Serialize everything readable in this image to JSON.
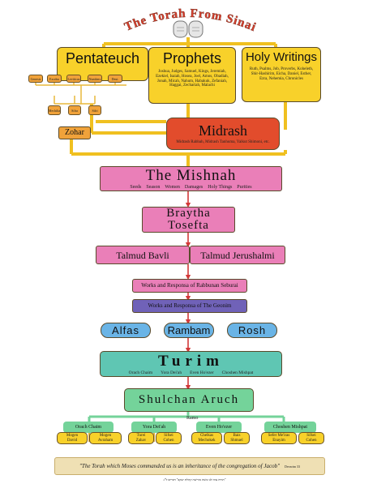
{
  "title": "The Torah From Sinai",
  "colors": {
    "yellow": "#f8d12a",
    "orange": "#f0a23a",
    "red": "#e24c2c",
    "pink": "#ea7fb8",
    "purple": "#7062b8",
    "blue": "#6ab4e6",
    "green": "#74d39a",
    "teal": "#5fc6b3",
    "wire": "#f0c020",
    "arrow": "#d23838"
  },
  "pentateuch": {
    "title": "Pentateuch",
    "books": [
      "Genesis",
      "Exodus",
      "Leviticus",
      "Numbers",
      "Deut."
    ],
    "subs": [
      "Mechilta",
      "Sifra",
      "Sifri"
    ]
  },
  "prophets": {
    "title": "Prophets",
    "text": "Joshua, Judges, Samuel, Kings, Jeremiah, Ezekiel, Isaiah, Hosea, Joel, Amos, Obadiah, Jonah, Micah, Nahum, Habakuk, Zefaniah, Haggai, Zechariah, Malachi"
  },
  "holy_writings": {
    "title": "Holy Writings",
    "text": "Ruth, Psalms, Job, Proverbs, Koheleth, Shir-Hashirim, Eicha, Daniel, Esther, Ezra, Nehemia, Chronicles"
  },
  "zohar": "Zohar",
  "midrash": {
    "title": "Midrash",
    "text": "Midrash Rabbah, Midrash Tanhuma, Yalkut Shimoni, etc."
  },
  "mishnah": {
    "title": "The Mishnah",
    "orders": [
      "Seeds",
      "Season",
      "Women",
      "Damages",
      "Holy Things",
      "Purities"
    ]
  },
  "braytha": {
    "line1": "Braytha",
    "line2": "Tosefta"
  },
  "talmud": {
    "bavli": "Talmud Bavli",
    "yerushalmi": "Talmud Jerushalmi"
  },
  "saboraim": "Works and Responsa of Rabbunan Seburai",
  "geonim": "Works and Responsa of The Geonim",
  "codifiers": [
    "Alfas",
    "Rambam",
    "Rosh"
  ],
  "turim": {
    "title": "Turim",
    "parts": [
      "Orach Chaim",
      "Yora Dei'ah",
      "Even Ho'ezer",
      "Choshen Mishpat"
    ]
  },
  "shulchan": {
    "title": "Shulchan Aruch",
    "ramo": "Ramo"
  },
  "sections": [
    {
      "name": "Orach Chaim",
      "leaves": [
        {
          "l1": "Mogen",
          "l2": "David"
        },
        {
          "l1": "Mogen",
          "l2": "Avraham"
        }
      ]
    },
    {
      "name": "Yora Dei'ah",
      "leaves": [
        {
          "l1": "Turei",
          "l2": "Zahav"
        },
        {
          "l1": "Sifsei",
          "l2": "Cohen"
        }
      ]
    },
    {
      "name": "Even Ho'ezer",
      "leaves": [
        {
          "l1": "Chelkas",
          "l2": "Mechokek"
        },
        {
          "l1": "Bais",
          "l2": "Shmuel"
        }
      ]
    },
    {
      "name": "Choshen Mishpat",
      "leaves": [
        {
          "l1": "Sefer Me'iras",
          "l2": "Enayim"
        },
        {
          "l1": "Sifsei",
          "l2": "Cohen"
        }
      ]
    }
  ],
  "quote": "\"The Torah which Moses commanded us is an inheritance of the congregation of Jacob\"",
  "quote_ref": "Devarim 33",
  "hebrew": "\"תורה צוה לנו משה מורשה קהלת יעקב\" דברים ל\"ג"
}
